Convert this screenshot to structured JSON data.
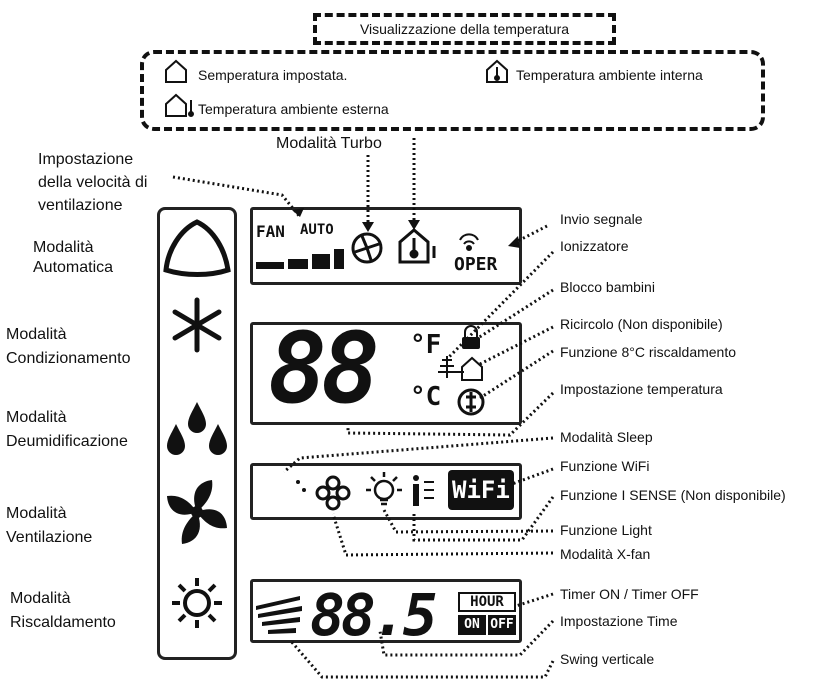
{
  "title": "Visualizzazione della temperatura",
  "legend": {
    "set_temp": "Semperatura impostata.",
    "indoor_temp": "Temperatura ambiente interna",
    "outdoor_temp": "Temperatura ambiente esterna"
  },
  "top_labels": {
    "fan_speed": "Impostazione\ndella velocità di\nventilazione",
    "turbo": "Modalità Turbo"
  },
  "modes": {
    "auto": "Modalità\nAutomatica",
    "cool": "Modalità\nCondizionamento",
    "dry": "Modalità\nDeumidificazione",
    "fan": "Modalità\nVentilazione",
    "heat": "Modalità\nRiscaldamento"
  },
  "right_labels": [
    "Invio segnale",
    "Ionizzatore",
    "Blocco bambini",
    "Ricircolo (Non disponibile)",
    "Funzione 8°C riscaldamento",
    "Impostazione temperatura",
    "Modalità Sleep",
    "Funzione WiFi",
    "Funzione I SENSE (Non disponibile)",
    "Funzione Light",
    "Modalità X-fan",
    "Timer ON / Timer OFF",
    "Impostazione Time",
    "Swing verticale"
  ],
  "display": {
    "fan": "FAN",
    "auto": "AUTO",
    "oper": "OPER",
    "temp_digits": "88",
    "unit_f": "°F",
    "unit_c": "°C",
    "wifi": "WiFi",
    "time_digits": "88.5",
    "hour": "HOUR",
    "on": "ON",
    "off": "OFF"
  }
}
